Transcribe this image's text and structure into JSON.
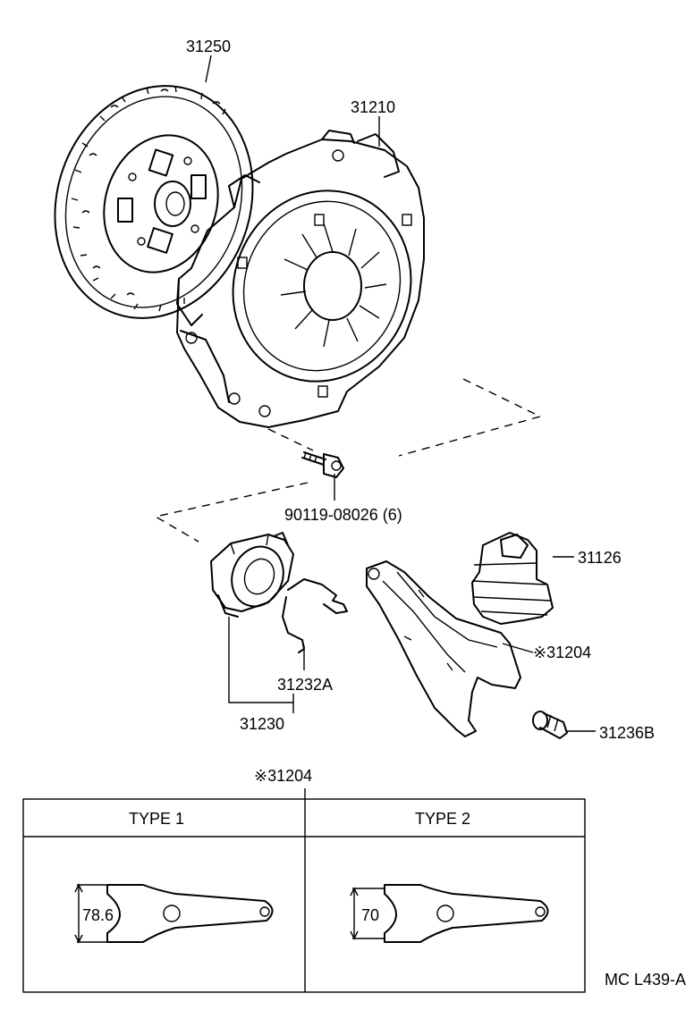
{
  "callouts": {
    "clutch_disc": "31250",
    "pressure_plate": "31210",
    "bolt": "90119-08026 (6)",
    "boot": "31126",
    "release_fork": "※31204",
    "release_bearing_hub": "31230",
    "clip": "31232A",
    "ball_stud": "31236B"
  },
  "type_table": {
    "title": "※31204",
    "columns": [
      {
        "header": "TYPE 1",
        "dimension": "78.6"
      },
      {
        "header": "TYPE 2",
        "dimension": "70"
      }
    ]
  },
  "drawing_code": "MC L439-A"
}
